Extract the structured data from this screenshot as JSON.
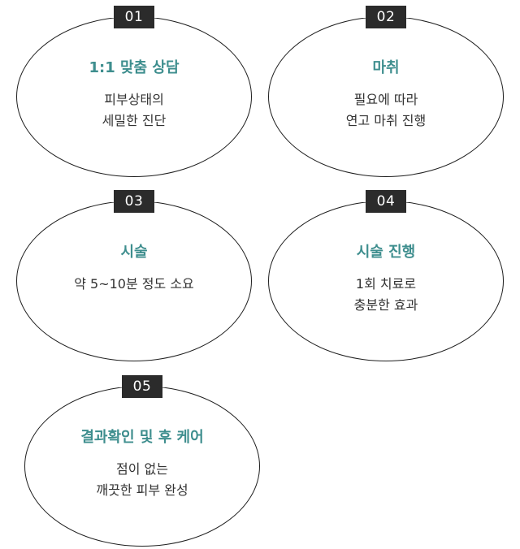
{
  "steps": [
    {
      "number": "01",
      "title": "1:1 맞춤 상담",
      "lines": [
        "피부상태의",
        "세밀한 진단"
      ]
    },
    {
      "number": "02",
      "title": "마취",
      "lines": [
        "필요에 따라",
        "연고 마취 진행"
      ]
    },
    {
      "number": "03",
      "title": "시술",
      "lines": [
        "약 5~10분 정도 소요"
      ]
    },
    {
      "number": "04",
      "title": "시술 진행",
      "lines": [
        "1회 치료로",
        "충분한 효과"
      ]
    },
    {
      "number": "05",
      "title": "결과확인 및 후 케어",
      "lines": [
        "점이 없는",
        "깨끗한 피부 완성"
      ]
    }
  ],
  "colors": {
    "title": "#3e8e8e",
    "badge_bg": "#2b2b2b",
    "outline": "#1e1e1e",
    "text": "#333333"
  }
}
